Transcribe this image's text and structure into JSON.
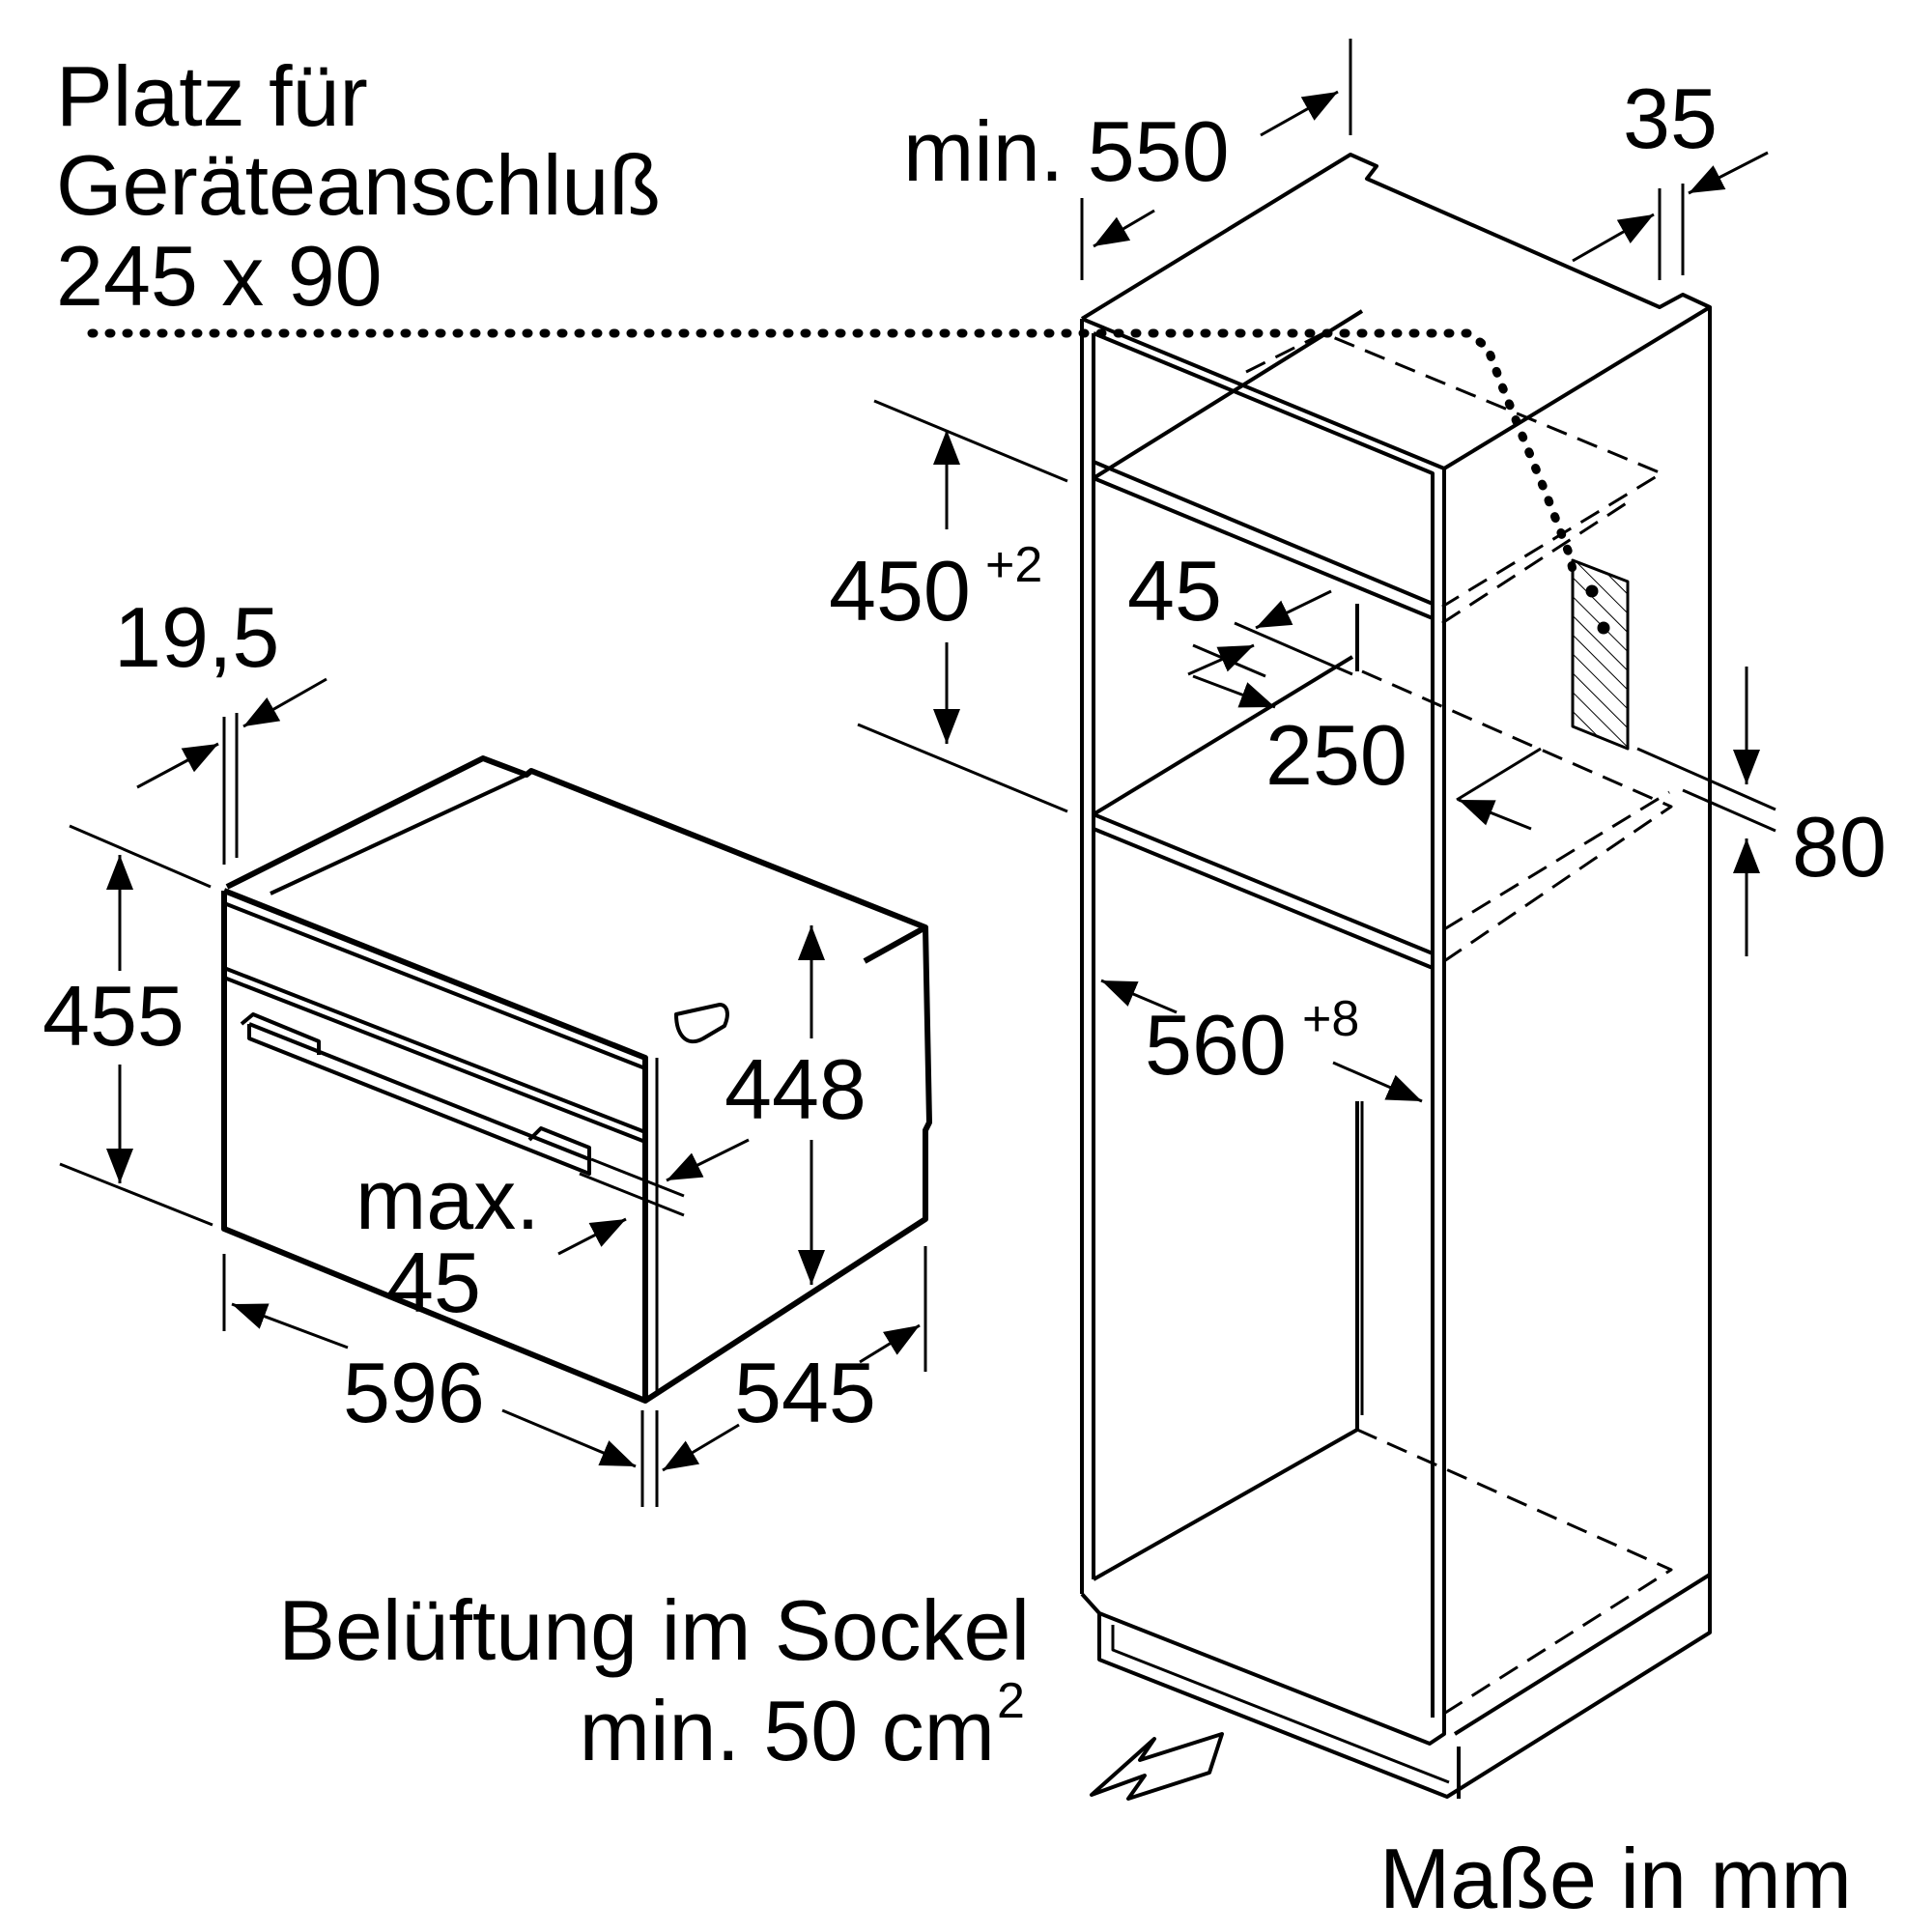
{
  "notes": {
    "connection_line1": "Platz für",
    "connection_line2": "Geräteanschluß",
    "connection_line3": "245 x 90",
    "ventilation_line1": "Belüftung im Sockel",
    "ventilation_line2": "min. 50 cm",
    "ventilation_sup": "2",
    "units": "Maße in mm"
  },
  "appliance": {
    "depth_front": "19,5",
    "height": "455",
    "inner_height": "448",
    "handle_max_label": "max.",
    "handle_max_value": "45",
    "width": "596",
    "depth": "545"
  },
  "cabinet": {
    "min_depth": "min. 550",
    "offset": "35",
    "niche_height": "450",
    "niche_height_tol": "+2",
    "rail_depth": "45",
    "vent_opening": "250",
    "socket_height": "80",
    "niche_width": "560",
    "niche_width_tol": "+8"
  },
  "colors": {
    "stroke": "#000000",
    "background": "#ffffff"
  }
}
